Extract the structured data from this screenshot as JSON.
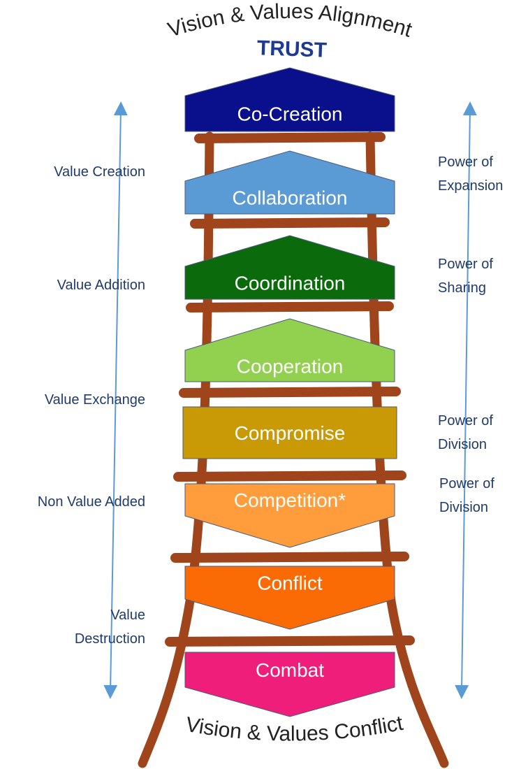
{
  "header": {
    "top_arc": "Vision & Values Alignment",
    "trust": "TRUST"
  },
  "footer": {
    "bottom_arc": "Vision & Values Conflict"
  },
  "steps": [
    {
      "label": "Co-Creation",
      "color": "#0a0f8c",
      "shape": "up"
    },
    {
      "label": "Collaboration",
      "color": "#5b9bd5",
      "shape": "up"
    },
    {
      "label": "Coordination",
      "color": "#0b6a0b",
      "shape": "up"
    },
    {
      "label": "Cooperation",
      "color": "#92d050",
      "shape": "up"
    },
    {
      "label": "Compromise",
      "color": "#c99a06",
      "shape": "rect"
    },
    {
      "label": "Competition*",
      "color": "#ff9d3c",
      "shape": "down"
    },
    {
      "label": "Conflict",
      "color": "#fb6b05",
      "shape": "down"
    },
    {
      "label": "Combat",
      "color": "#ef1e7b",
      "shape": "down"
    }
  ],
  "left_labels": [
    {
      "lines": [
        "Value Creation"
      ]
    },
    {
      "lines": [
        "Value Addition"
      ]
    },
    {
      "lines": [
        "Value Exchange"
      ]
    },
    {
      "lines": [
        "Non Value Added"
      ]
    },
    {
      "lines": [
        "Value",
        "Destruction"
      ]
    }
  ],
  "right_labels": [
    {
      "lines": [
        "Power of",
        "Expansion"
      ]
    },
    {
      "lines": [
        "Power of",
        "Sharing"
      ]
    },
    {
      "lines": [
        "Power of",
        "Division"
      ]
    },
    {
      "lines": [
        "Power of",
        "Division"
      ]
    }
  ],
  "colors": {
    "ladder": "#a0441c",
    "arrow": "#5b9bd5",
    "side_text": "#1f3a6b",
    "trust_text": "#1f3a93"
  }
}
